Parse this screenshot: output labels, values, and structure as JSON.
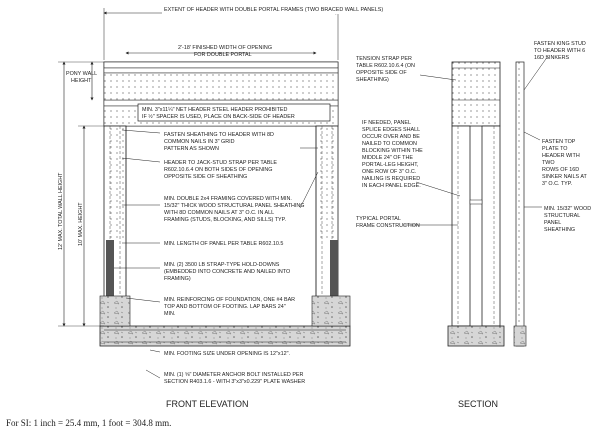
{
  "labels": {
    "extent": "EXTENT OF HEADER WITH DOUBLE PORTAL FRAMES (TWO BRACED WALL PANELS)",
    "finished_width": [
      "2'-18' FINISHED WIDTH OF OPENING",
      "FOR DOUBLE PORTAL"
    ],
    "pony_wall": [
      "PONY WALL",
      "HEIGHT"
    ],
    "total_height": "12' MAX. TOTAL WALL HEIGHT",
    "header_height": "10' MAX. HEIGHT",
    "header_note": [
      "MIN. 3\"x11¼\" NET HEADER STEEL HEADER PROHIBITED",
      "IF ½\" SPACER IS USED, PLACE ON BACK-SIDE OF HEADER"
    ],
    "fasten_sheathing": [
      "FASTEN SHEATHING TO HEADER WITH 8D",
      "COMMON NAILS IN 3\" GRID",
      "PATTERN AS SHOWN"
    ],
    "jack_stud_strap": [
      "HEADER TO JACK-STUD STRAP PER TABLE",
      "R602.10.6.4 ON BOTH SIDES OF OPENING",
      "OPPOSITE SIDE OF SHEATHING"
    ],
    "double_framing": [
      "MIN. DOUBLE 2x4 FRAMING COVERED WITH MIN.",
      "15/32\" THICK WOOD STRUCTURAL PANEL SHEATHING",
      "WITH 8D COMMON NAILS AT 3\" O.C. IN ALL",
      "FRAMING (STUDS, BLOCKING, AND SILLS) TYP."
    ],
    "panel_length": "MIN. LENGTH OF PANEL PER TABLE R602.10.5",
    "hold_downs": [
      "MIN. (2) 3500 LB STRAP-TYPE HOLD-DOWNS",
      "(EMBEDDED INTO CONCRETE AND NAILED INTO",
      "FRAMING)"
    ],
    "reinforcing": [
      "MIN. REINFORCING OF FOUNDATION, ONE #4 BAR",
      "TOP AND BOTTOM OF FOOTING. LAP BARS 24\"",
      "MIN."
    ],
    "footing_size": "MIN. FOOTING SIZE UNDER OPENING IS 12\"x12\".",
    "anchor_bolt": [
      "MIN. (1) ⅝\" DIAMETER ANCHOR BOLT INSTALLED PER",
      "SECTION R403.1.6 - WITH 3\"x3\"x0.229\" PLATE WASHER"
    ],
    "tension_strap": [
      "TENSION STRAP PER",
      "TABLE R602.10.6.4 (ON",
      "OPPOSITE SIDE OF",
      "SHEATHING)"
    ],
    "splice": [
      "IF NEEDED, PANEL",
      "SPLICE EDGES SHALL",
      "OCCUR OVER AND BE",
      "NAILED TO COMMON",
      "BLOCKING WITHIN THE",
      "MIDDLE 24\" OF THE",
      "PORTAL-LEG HEIGHT,",
      "ONE ROW OF 3\" O.C.",
      "NAILING IS REQUIRED",
      "IN EACH PANEL EDGE."
    ],
    "typical_portal": [
      "TYPICAL PORTAL",
      "FRAME CONSTRUCTION"
    ],
    "fasten_king": [
      "FASTEN KING STUD",
      "TO HEADER WITH 6",
      "16D SINKERS"
    ],
    "fasten_top": [
      "FASTEN TOP",
      "PLATE TO",
      "HEADER WITH",
      "TWO",
      "ROWS OF 16D",
      "SINKER NAILS AT",
      "3\" O.C. TYP."
    ],
    "min_sheathing": [
      "MIN. 15/32\" WOOD",
      "STRUCTURAL",
      "PANEL",
      "SHEATHING"
    ],
    "front_elevation": "FRONT ELEVATION",
    "section": "SECTION"
  },
  "footnote": "For SI: 1 inch = 25.4 mm, 1 foot = 304.8 mm."
}
